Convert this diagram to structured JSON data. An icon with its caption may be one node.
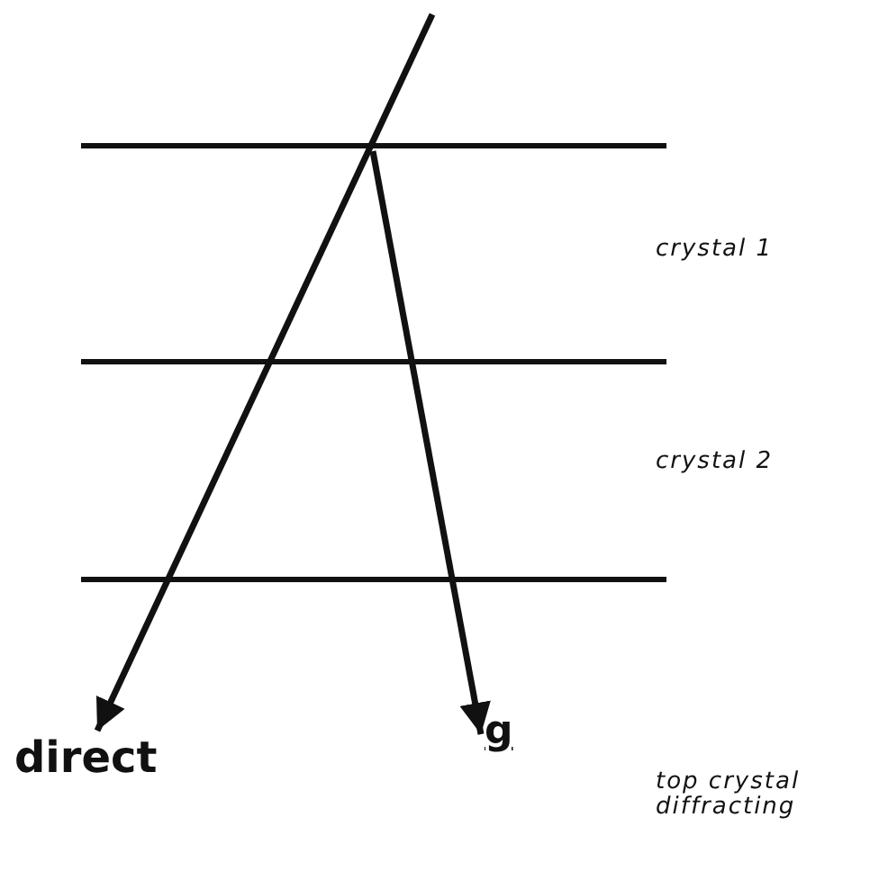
{
  "diagram": {
    "nodes": [
      {
        "text": [
          "direct"
        ]
      },
      {
        "text": [
          "g"
        ]
      }
    ],
    "edges": [
      {
        "from": null,
        "to": 0,
        "arrow": "to"
      },
      {
        "from": null,
        "to": 1,
        "arrow": "to"
      }
    ],
    "labels": [
      "crystal 1",
      "crystal 2",
      "top crystal diffracting"
    ]
  }
}
